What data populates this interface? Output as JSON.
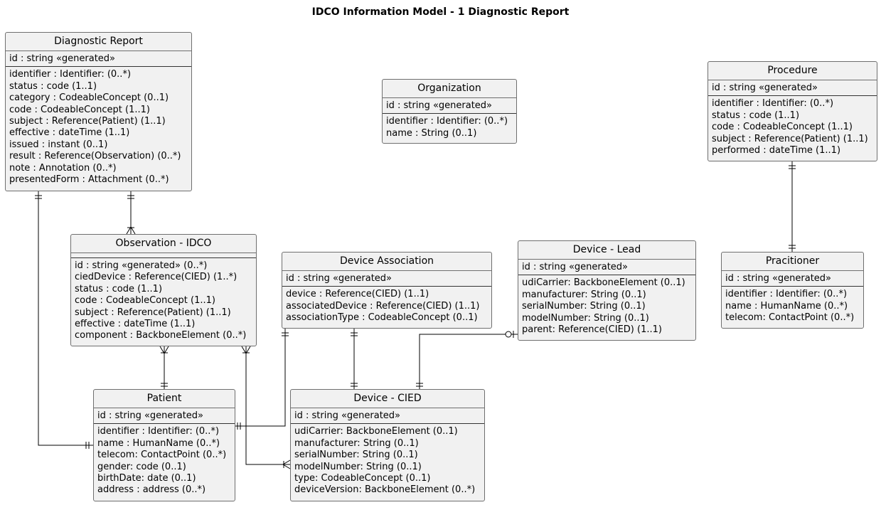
{
  "title": "IDCO Information Model - 1 Diagnostic Report",
  "entities": {
    "diagnostic_report": {
      "name": "Diagnostic Report",
      "key": "id : string «generated»",
      "attributes": [
        "identifier : Identifier: (0..*)",
        "status : code (1..1)",
        "category : CodeableConcept (0..1)",
        "code : CodeableConcept (1..1)",
        "subject : Reference(Patient) (1..1)",
        "effective : dateTime (1..1)",
        "issued : instant (0..1)",
        "result : Reference(Observation) (0..*)",
        "note : Annotation (0..*)",
        "presentedForm : Attachment (0..*)"
      ]
    },
    "organization": {
      "name": "Organization",
      "key": "id : string «generated»",
      "attributes": [
        "identifier : Identifier: (0..*)",
        "name : String (0..1)"
      ]
    },
    "procedure": {
      "name": "Procedure",
      "key": "id : string «generated»",
      "attributes": [
        "identifier : Identifier: (0..*)",
        "status : code (1..1)",
        "code : CodeableConcept (1..1)",
        "subject : Reference(Patient) (1..1)",
        "performed : dateTime (1..1)"
      ]
    },
    "observation": {
      "name": "Observation - IDCO",
      "key": "",
      "attributes": [
        "id : string «generated» (0..*)",
        "ciedDevice : Reference(CIED) (1..*)",
        "status : code (1..1)",
        "code : CodeableConcept (1..1)",
        "subject : Reference(Patient) (1..1)",
        "effective : dateTime (1..1)",
        "component : BackboneElement (0..*)"
      ]
    },
    "device_association": {
      "name": "Device Association",
      "key": "id : string «generated»",
      "attributes": [
        "device : Reference(CIED) (1..1)",
        "associatedDevice : Reference(CIED) (1..1)",
        "associationType : CodeableConcept (0..1)"
      ]
    },
    "device_lead": {
      "name": "Device - Lead",
      "key": "id : string «generated»",
      "attributes": [
        "udiCarrier: BackboneElement (0..1)",
        "manufacturer: String (0..1)",
        "serialNumber: String (0..1)",
        "modelNumber: String (0..1)",
        "parent: Reference(CIED) (1..1)"
      ]
    },
    "practitioner": {
      "name": "Pracitioner",
      "key": "id : string «generated»",
      "attributes": [
        "identifier : Identifier: (0..*)",
        "name : HumanName (0..*)",
        "telecom: ContactPoint (0..*)"
      ]
    },
    "patient": {
      "name": "Patient",
      "key": "id : string «generated»",
      "attributes": [
        "identifier : Identifier: (0..*)",
        "name : HumanName (0..*)",
        "telecom: ContactPoint (0..*)",
        "gender: code (0..1)",
        "birthDate: date (0..1)",
        "address : address (0..*)"
      ]
    },
    "device_cied": {
      "name": "Device - CIED",
      "key": "id : string «generated»",
      "attributes": [
        "udiCarrier: BackboneElement (0..1)",
        "manufacturer: String (0..1)",
        "serialNumber: String (0..1)",
        "modelNumber: String (0..1)",
        "type: CodeableConcept (0..1)",
        "deviceVersion: BackboneElement (0..*)"
      ]
    }
  }
}
